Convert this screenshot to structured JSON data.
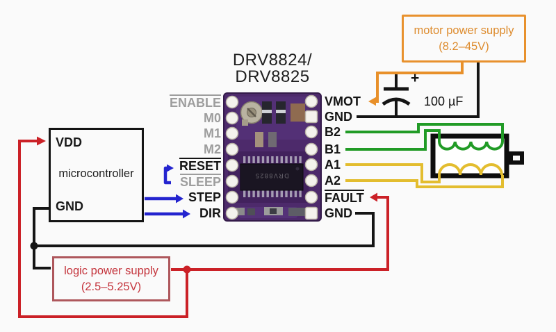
{
  "title": {
    "line1": "DRV8824/",
    "line2": "DRV8825"
  },
  "board": {
    "chip_text": "DRV8825"
  },
  "pins_left": [
    {
      "label": "ENABLE",
      "overline": true,
      "active": false
    },
    {
      "label": "M0",
      "overline": false,
      "active": false
    },
    {
      "label": "M1",
      "overline": false,
      "active": false
    },
    {
      "label": "M2",
      "overline": false,
      "active": false
    },
    {
      "label": "RESET",
      "overline": true,
      "active": true
    },
    {
      "label": "SLEEP",
      "overline": true,
      "active": false
    },
    {
      "label": "STEP",
      "overline": false,
      "active": true
    },
    {
      "label": "DIR",
      "overline": false,
      "active": true
    }
  ],
  "pins_right": [
    {
      "label": "VMOT",
      "overline": false
    },
    {
      "label": "GND",
      "overline": false
    },
    {
      "label": "B2",
      "overline": false
    },
    {
      "label": "B1",
      "overline": false
    },
    {
      "label": "A1",
      "overline": false
    },
    {
      "label": "A2",
      "overline": false
    },
    {
      "label": "FAULT",
      "overline": true
    },
    {
      "label": "GND",
      "overline": false
    }
  ],
  "microcontroller": {
    "pin_vdd": "VDD",
    "name": "microcontroller",
    "pin_gnd": "GND"
  },
  "motor_power_supply": {
    "name": "motor power supply",
    "range": "(8.2–45V)"
  },
  "logic_power_supply": {
    "name": "logic power supply",
    "range": "(2.5–5.25V)"
  },
  "capacitor": {
    "value": "100 µF",
    "polarity": "+"
  },
  "colors": {
    "motor_power_wire": "#e8902a",
    "logic_power_wire": "#cb2127",
    "signal_wire": "#2424cf",
    "coil_b_wire": "#219b26",
    "coil_a_wire": "#e3bd2f",
    "ground_wire": "#151515",
    "inactive_pin": "#9d9d9d",
    "board_purple": "#4d2a6b"
  }
}
